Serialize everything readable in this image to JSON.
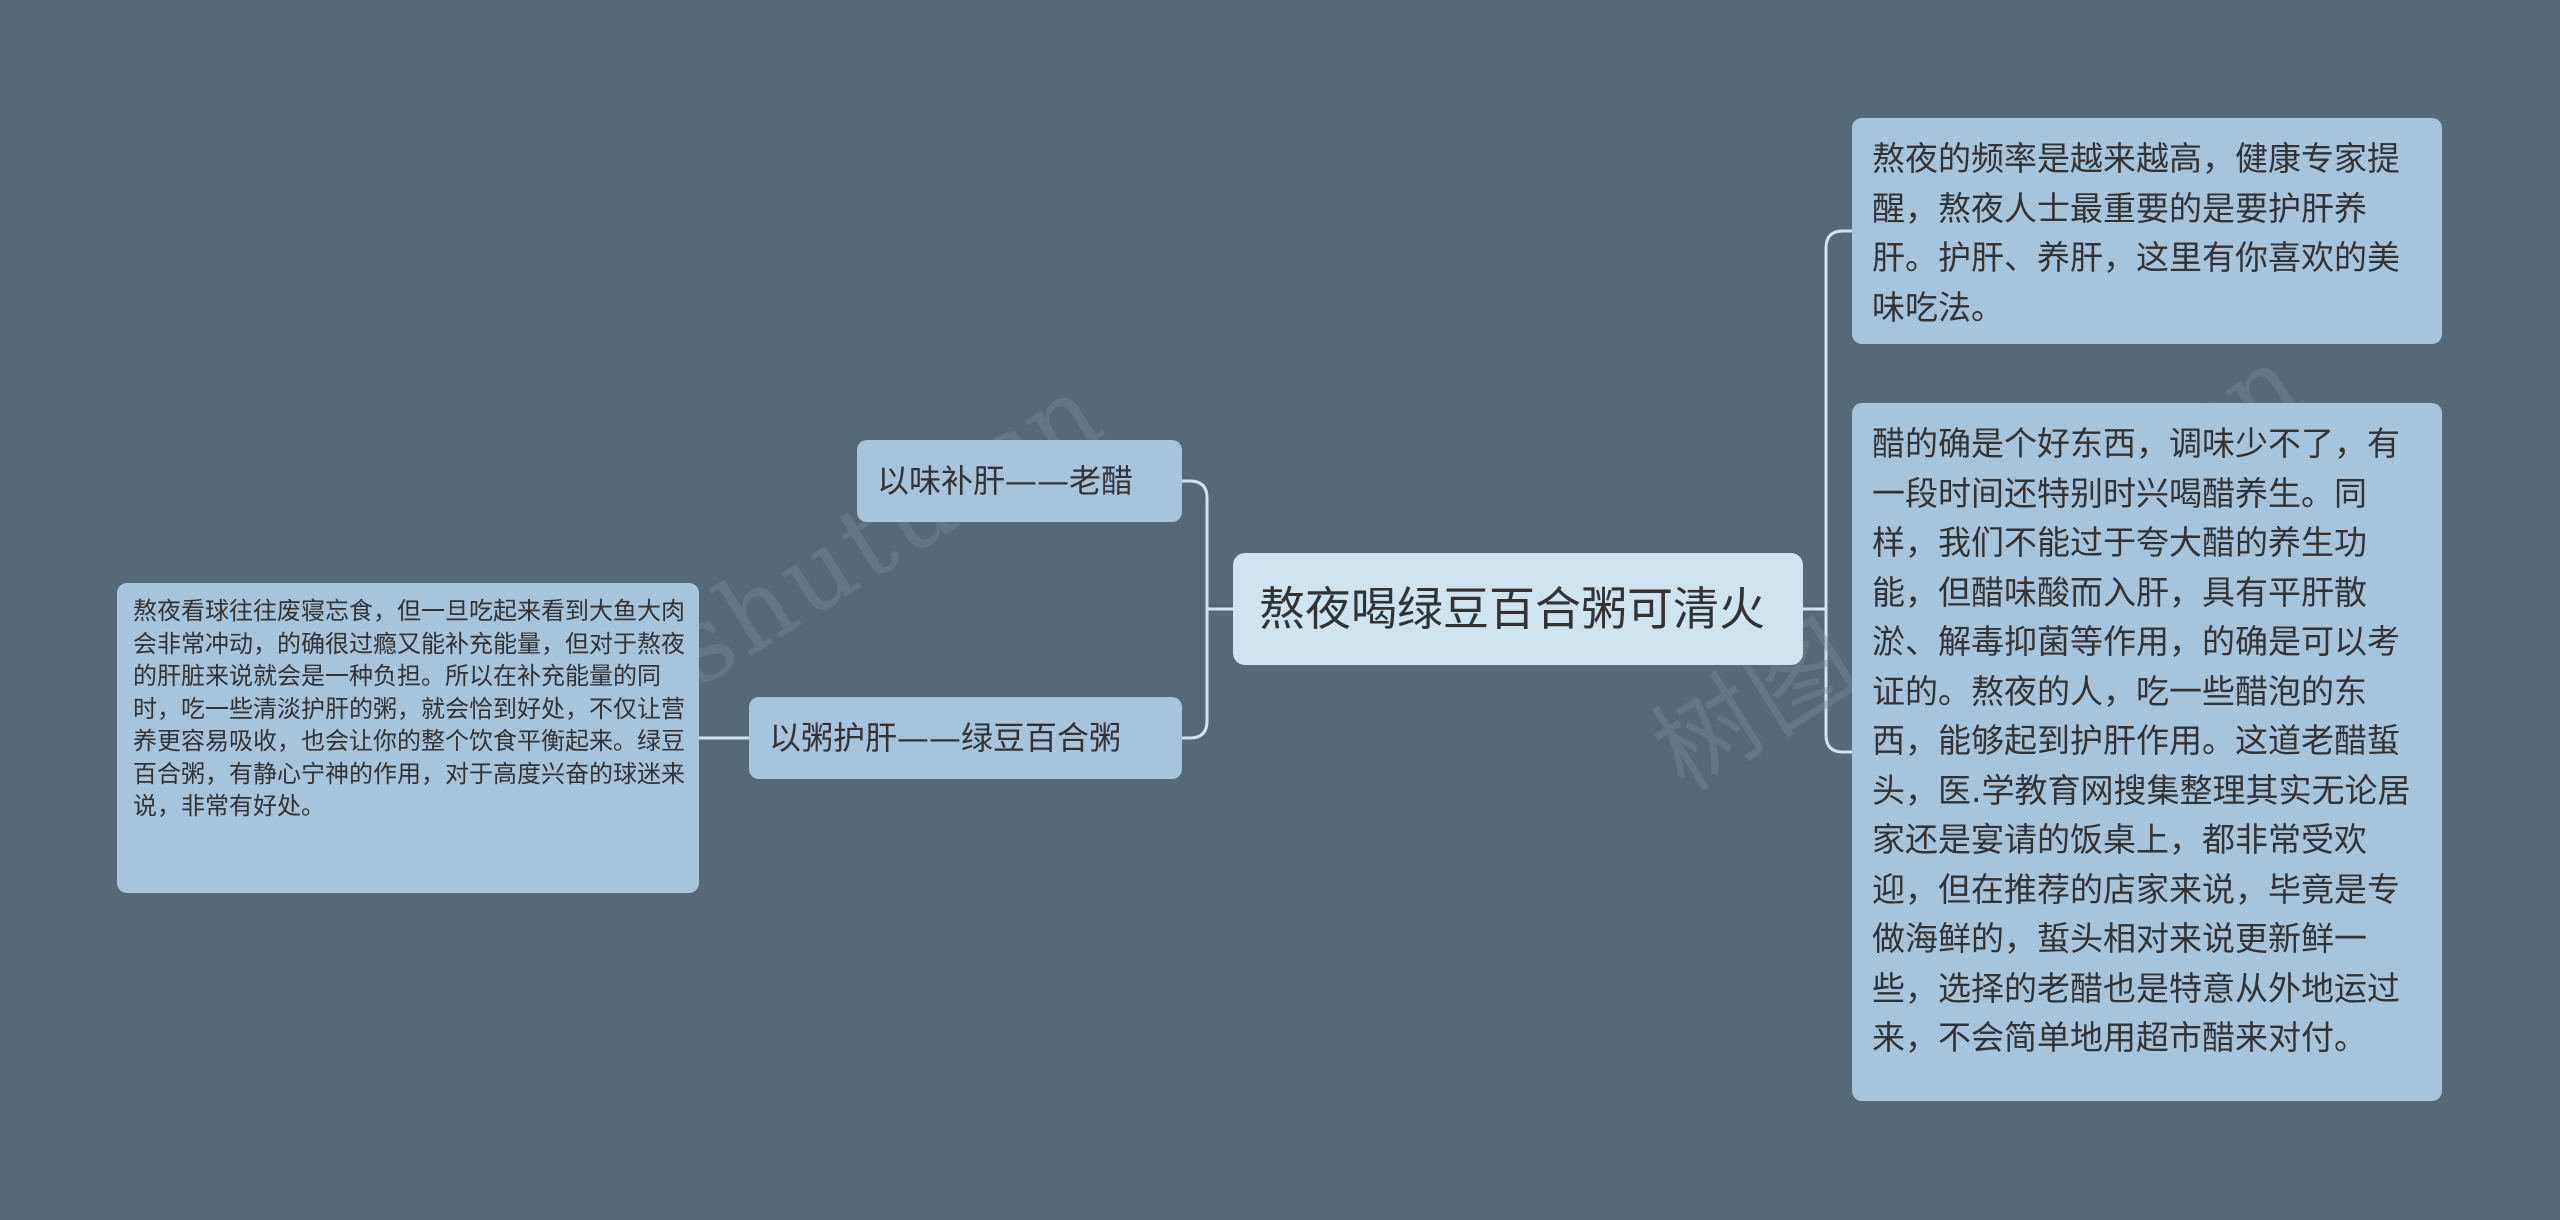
{
  "mindmap": {
    "root": {
      "label": "熬夜喝绿豆百合粥可清火"
    },
    "left_branches": [
      {
        "label": "以味补肝——老醋"
      },
      {
        "label": "以粥护肝——绿豆百合粥",
        "children": [
          {
            "text": "熬夜看球往往废寝忘食，但一旦吃起来看到大鱼大肉会非常冲动，的确很过瘾又能补充能量，但对于熬夜的肝脏来说就会是一种负担。所以在补充能量的同时，吃一些清淡护肝的粥，就会恰到好处，不仅让营养更容易吸收，也会让你的整个饮食平衡起来。绿豆百合粥，有静心宁神的作用，对于高度兴奋的球迷来说，非常有好处。"
          }
        ]
      }
    ],
    "right_leaves": [
      {
        "text": "熬夜的频率是越来越高，健康专家提醒，熬夜人士最重要的是要护肝养肝。护肝、养肝，这里有你喜欢的美味吃法。"
      },
      {
        "text": "醋的确是个好东西，调味少不了，有一段时间还特别时兴喝醋养生。同样，我们不能过于夸大醋的养生功能，但醋味酸而入肝，具有平肝散淤、解毒抑菌等作用，的确是可以考证的。熬夜的人，吃一些醋泡的东西，能够起到护肝作用。这道老醋蜇头，医.学教育网搜集整理其实无论居家还是宴请的饭桌上，都非常受欢迎，但在推荐的店家来说，毕竟是专做海鲜的，蜇头相对来说更新鲜一些，选择的老醋也是特意从外地运过来，不会简单地用超市醋来对付。"
      }
    ]
  },
  "watermarks": [
    "树图 shutu.cn",
    "树图 shutu.cn"
  ],
  "colors": {
    "background": "#546a79",
    "root_fill": "#cfe4f1",
    "node_fill": "#a6c4dc",
    "connector": "#cfe4f1",
    "text": "#333333"
  }
}
